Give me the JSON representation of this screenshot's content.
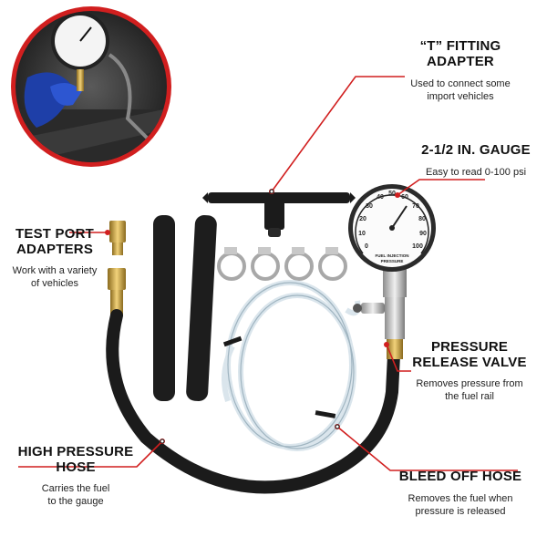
{
  "callouts": {
    "t_fitting": {
      "title_line1": "“T” FITTING",
      "title_line2": "ADAPTER",
      "desc_line1": "Used to connect some",
      "desc_line2": "import vehicles"
    },
    "gauge": {
      "title_line1": "2-1/2 IN. GAUGE",
      "desc_line1": "Easy to read 0-100 psi"
    },
    "test_port": {
      "title_line1": "TEST PORT",
      "title_line2": "ADAPTERS",
      "desc_line1": "Work with a variety",
      "desc_line2": "of vehicles"
    },
    "pressure_valve": {
      "title_line1": "PRESSURE",
      "title_line2": "RELEASE VALVE",
      "desc_line1": "Removes pressure from",
      "desc_line2": "the fuel rail"
    },
    "high_pressure_hose": {
      "title_line1": "HIGH PRESSURE",
      "title_line2": "HOSE",
      "desc_line1": "Carries the fuel",
      "desc_line2": "to the gauge"
    },
    "bleed_hose": {
      "title_line1": "BLEED OFF HOSE",
      "desc_line1": "Removes the fuel when",
      "desc_line2": "pressure is released"
    }
  },
  "gauge_face": {
    "ticks": [
      "0",
      "10",
      "20",
      "30",
      "40",
      "50",
      "60",
      "70",
      "80",
      "90",
      "100"
    ],
    "caption_line1": "FUEL INJECTION",
    "caption_line2": "PRESSURE"
  },
  "colors": {
    "accent_red": "#d11f1f",
    "hose_black": "#1a1a1a",
    "brass": "#c9a13a",
    "clamp_steel": "#b8b8b8"
  }
}
